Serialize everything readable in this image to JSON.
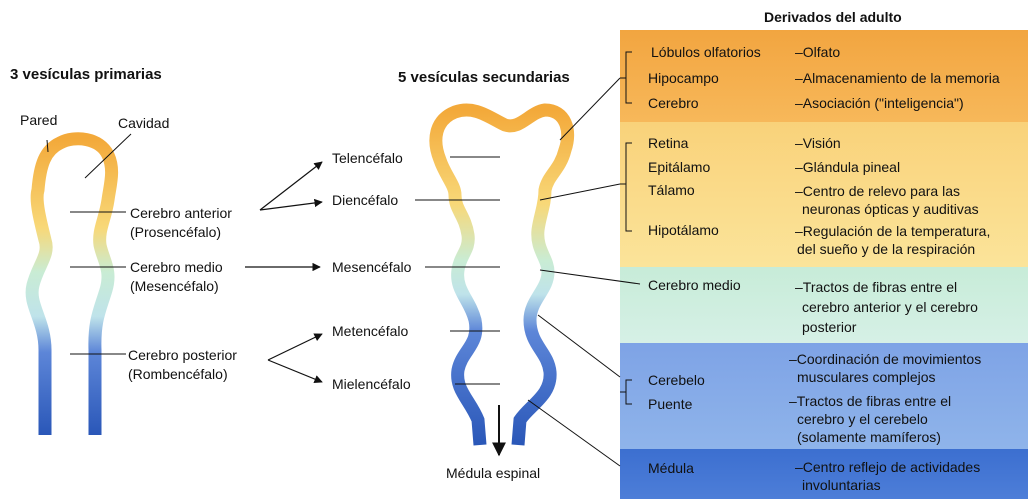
{
  "headings": {
    "primary": "3  vesículas primarias",
    "secondary": "5  vesículas secundarias",
    "adult": "Derivados del adulto"
  },
  "primary": {
    "wall": "Pared",
    "cavity": "Cavidad",
    "forebrain": [
      "Cerebro anterior",
      "(Prosencéfalo)"
    ],
    "midbrain": [
      "Cerebro medio",
      "(Mesencéfalo)"
    ],
    "hindbrain": [
      "Cerebro posterior",
      "(Rombencéfalo)"
    ]
  },
  "secondary": {
    "telencephalon": "Telencéfalo",
    "diencephalon": "Diencéfalo",
    "mesencephalon": "Mesencéfalo",
    "metencephalon": "Metencéfalo",
    "myelencephalon": "Mielencéfalo",
    "spinal_cord": "Médula espinal"
  },
  "table": {
    "sections": [
      {
        "color": "#f2a43a",
        "rows": [
          {
            "structure": "Lóbulos olfatorios",
            "function": [
              "–Olfato"
            ]
          },
          {
            "structure": "Hipocampo",
            "function": [
              "–Almacenamiento de la memoria"
            ]
          },
          {
            "structure": "Cerebro",
            "function": [
              "–Asociación (\"inteligencia\")"
            ]
          }
        ]
      },
      {
        "color": "#f9d676",
        "rows": [
          {
            "structure": "Retina",
            "function": [
              "–Visión"
            ]
          },
          {
            "structure": "Epitálamo",
            "function": [
              "–Glándula pineal"
            ]
          },
          {
            "structure": "Tálamo",
            "function": [
              "–Centro de relevo para las",
              "neuronas ópticas y auditivas"
            ]
          },
          {
            "structure": "Hipotálamo",
            "function": [
              "–Regulación de la temperatura,",
              "del sueño y de la respiración"
            ]
          }
        ]
      },
      {
        "color": "#bfe9d6",
        "rows": [
          {
            "structure": "Cerebro medio",
            "function": [
              "–Tractos de fibras entre el",
              "cerebro anterior y el cerebro",
              "posterior"
            ]
          }
        ]
      },
      {
        "color": "#7fa7e4",
        "rows": [
          {
            "structure": "Cerebelo",
            "function": [
              "–Coordinación de  movimientos",
              "musculares complejos"
            ]
          },
          {
            "structure": "Puente",
            "function": [
              "–Tractos de fibras entre el",
              "cerebro y el cerebelo",
              "(solamente mamíferos)"
            ]
          }
        ]
      },
      {
        "color": "#3f70cc",
        "rows": [
          {
            "structure": "Médula",
            "function": [
              "–Centro reflejo de actividades",
              "involuntarias"
            ]
          }
        ]
      }
    ]
  }
}
